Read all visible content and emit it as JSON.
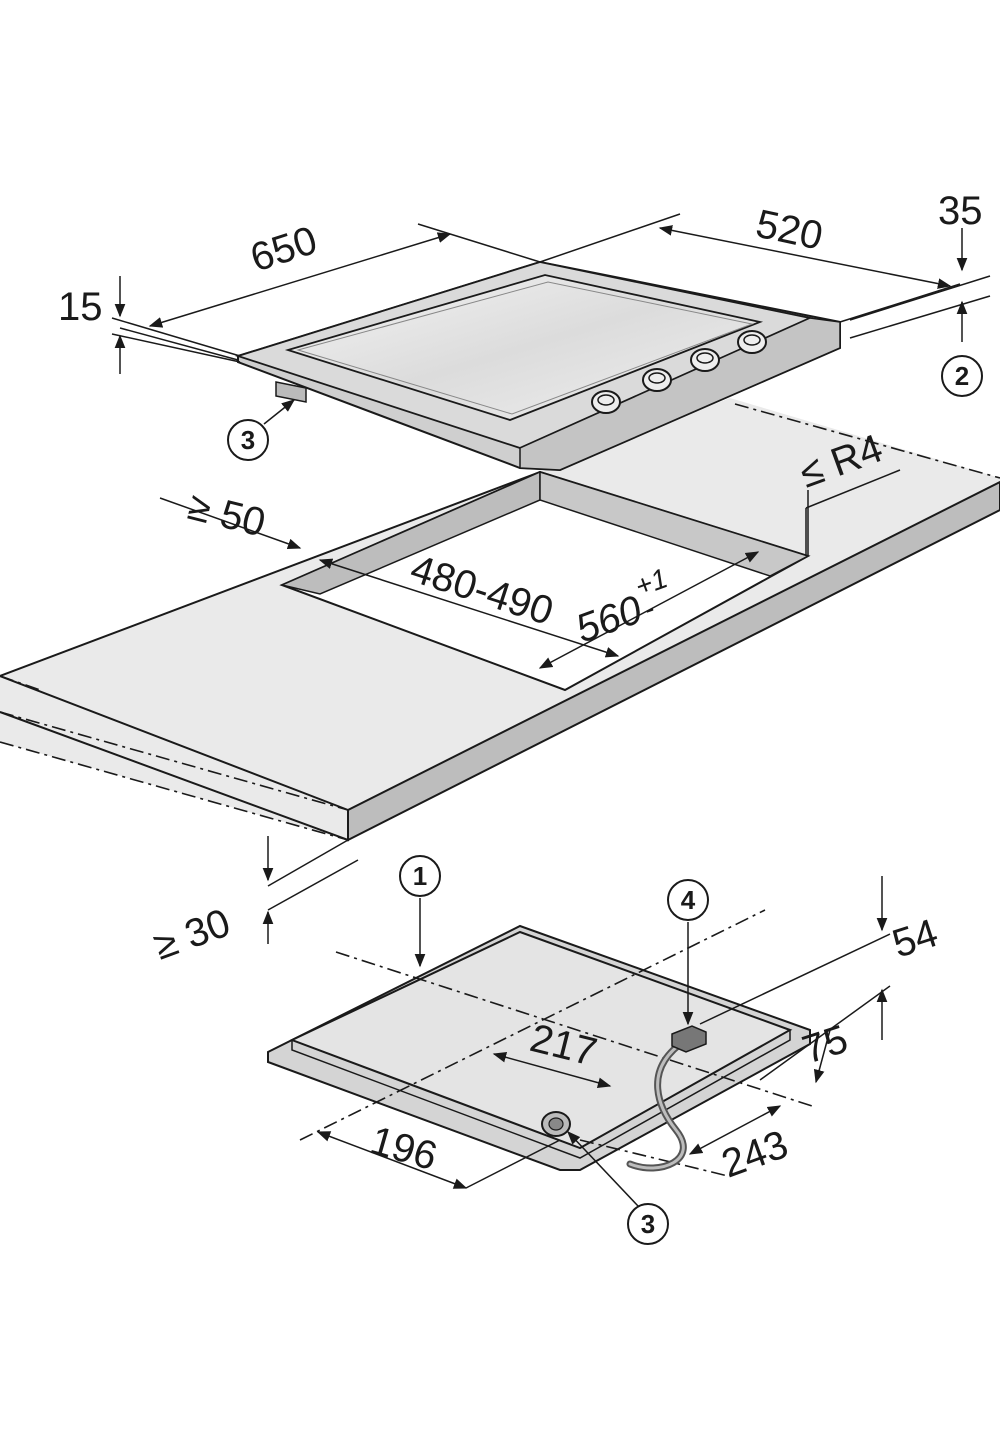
{
  "dimensions": {
    "width_650": "650",
    "depth_520": "520",
    "height_35": "35",
    "thickness_15": "15",
    "corner_radius": "≤ R4",
    "min_edge_50": "≥ 50",
    "cutout_depth": "480-490",
    "cutout_width_main": "560",
    "cutout_width_tol_plus": "+1",
    "cutout_width_tol_minus": "-",
    "min_worktop_30": "≥ 30",
    "depth_54": "54",
    "offset_217": "217",
    "offset_75": "75",
    "offset_243": "243",
    "offset_196": "196"
  },
  "callouts": {
    "c1": "1",
    "c2": "2",
    "c3_top": "3",
    "c3_bottom": "3",
    "c4": "4"
  },
  "colors": {
    "line": "#1a1a1a",
    "worktop_fill": "#e9e9e9",
    "worktop_edge": "#bdbdbd",
    "hob_fill": "#d6d6d6",
    "glass_fill": "#eeeeee",
    "base_fill": "#e2e2e2"
  }
}
